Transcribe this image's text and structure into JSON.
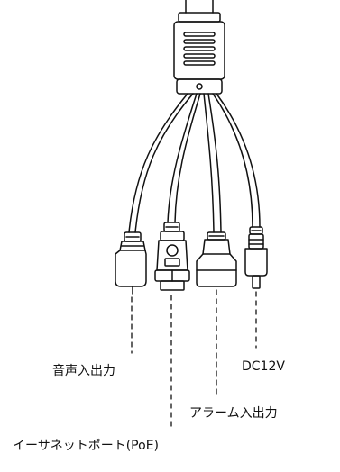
{
  "labels": {
    "audio_io": "音声入出力",
    "dc_power": "DC12V",
    "alarm_io": "アラーム入出力",
    "ethernet_poe": "イーサネットポート(PoE)"
  },
  "icons": {
    "connector_housing": "cable-housing-icon",
    "audio_connector": "audio-jack-icon",
    "ethernet_connector": "rj45-connector-icon",
    "alarm_connector": "alarm-connector-icon",
    "dc_connector": "dc-plug-icon"
  }
}
